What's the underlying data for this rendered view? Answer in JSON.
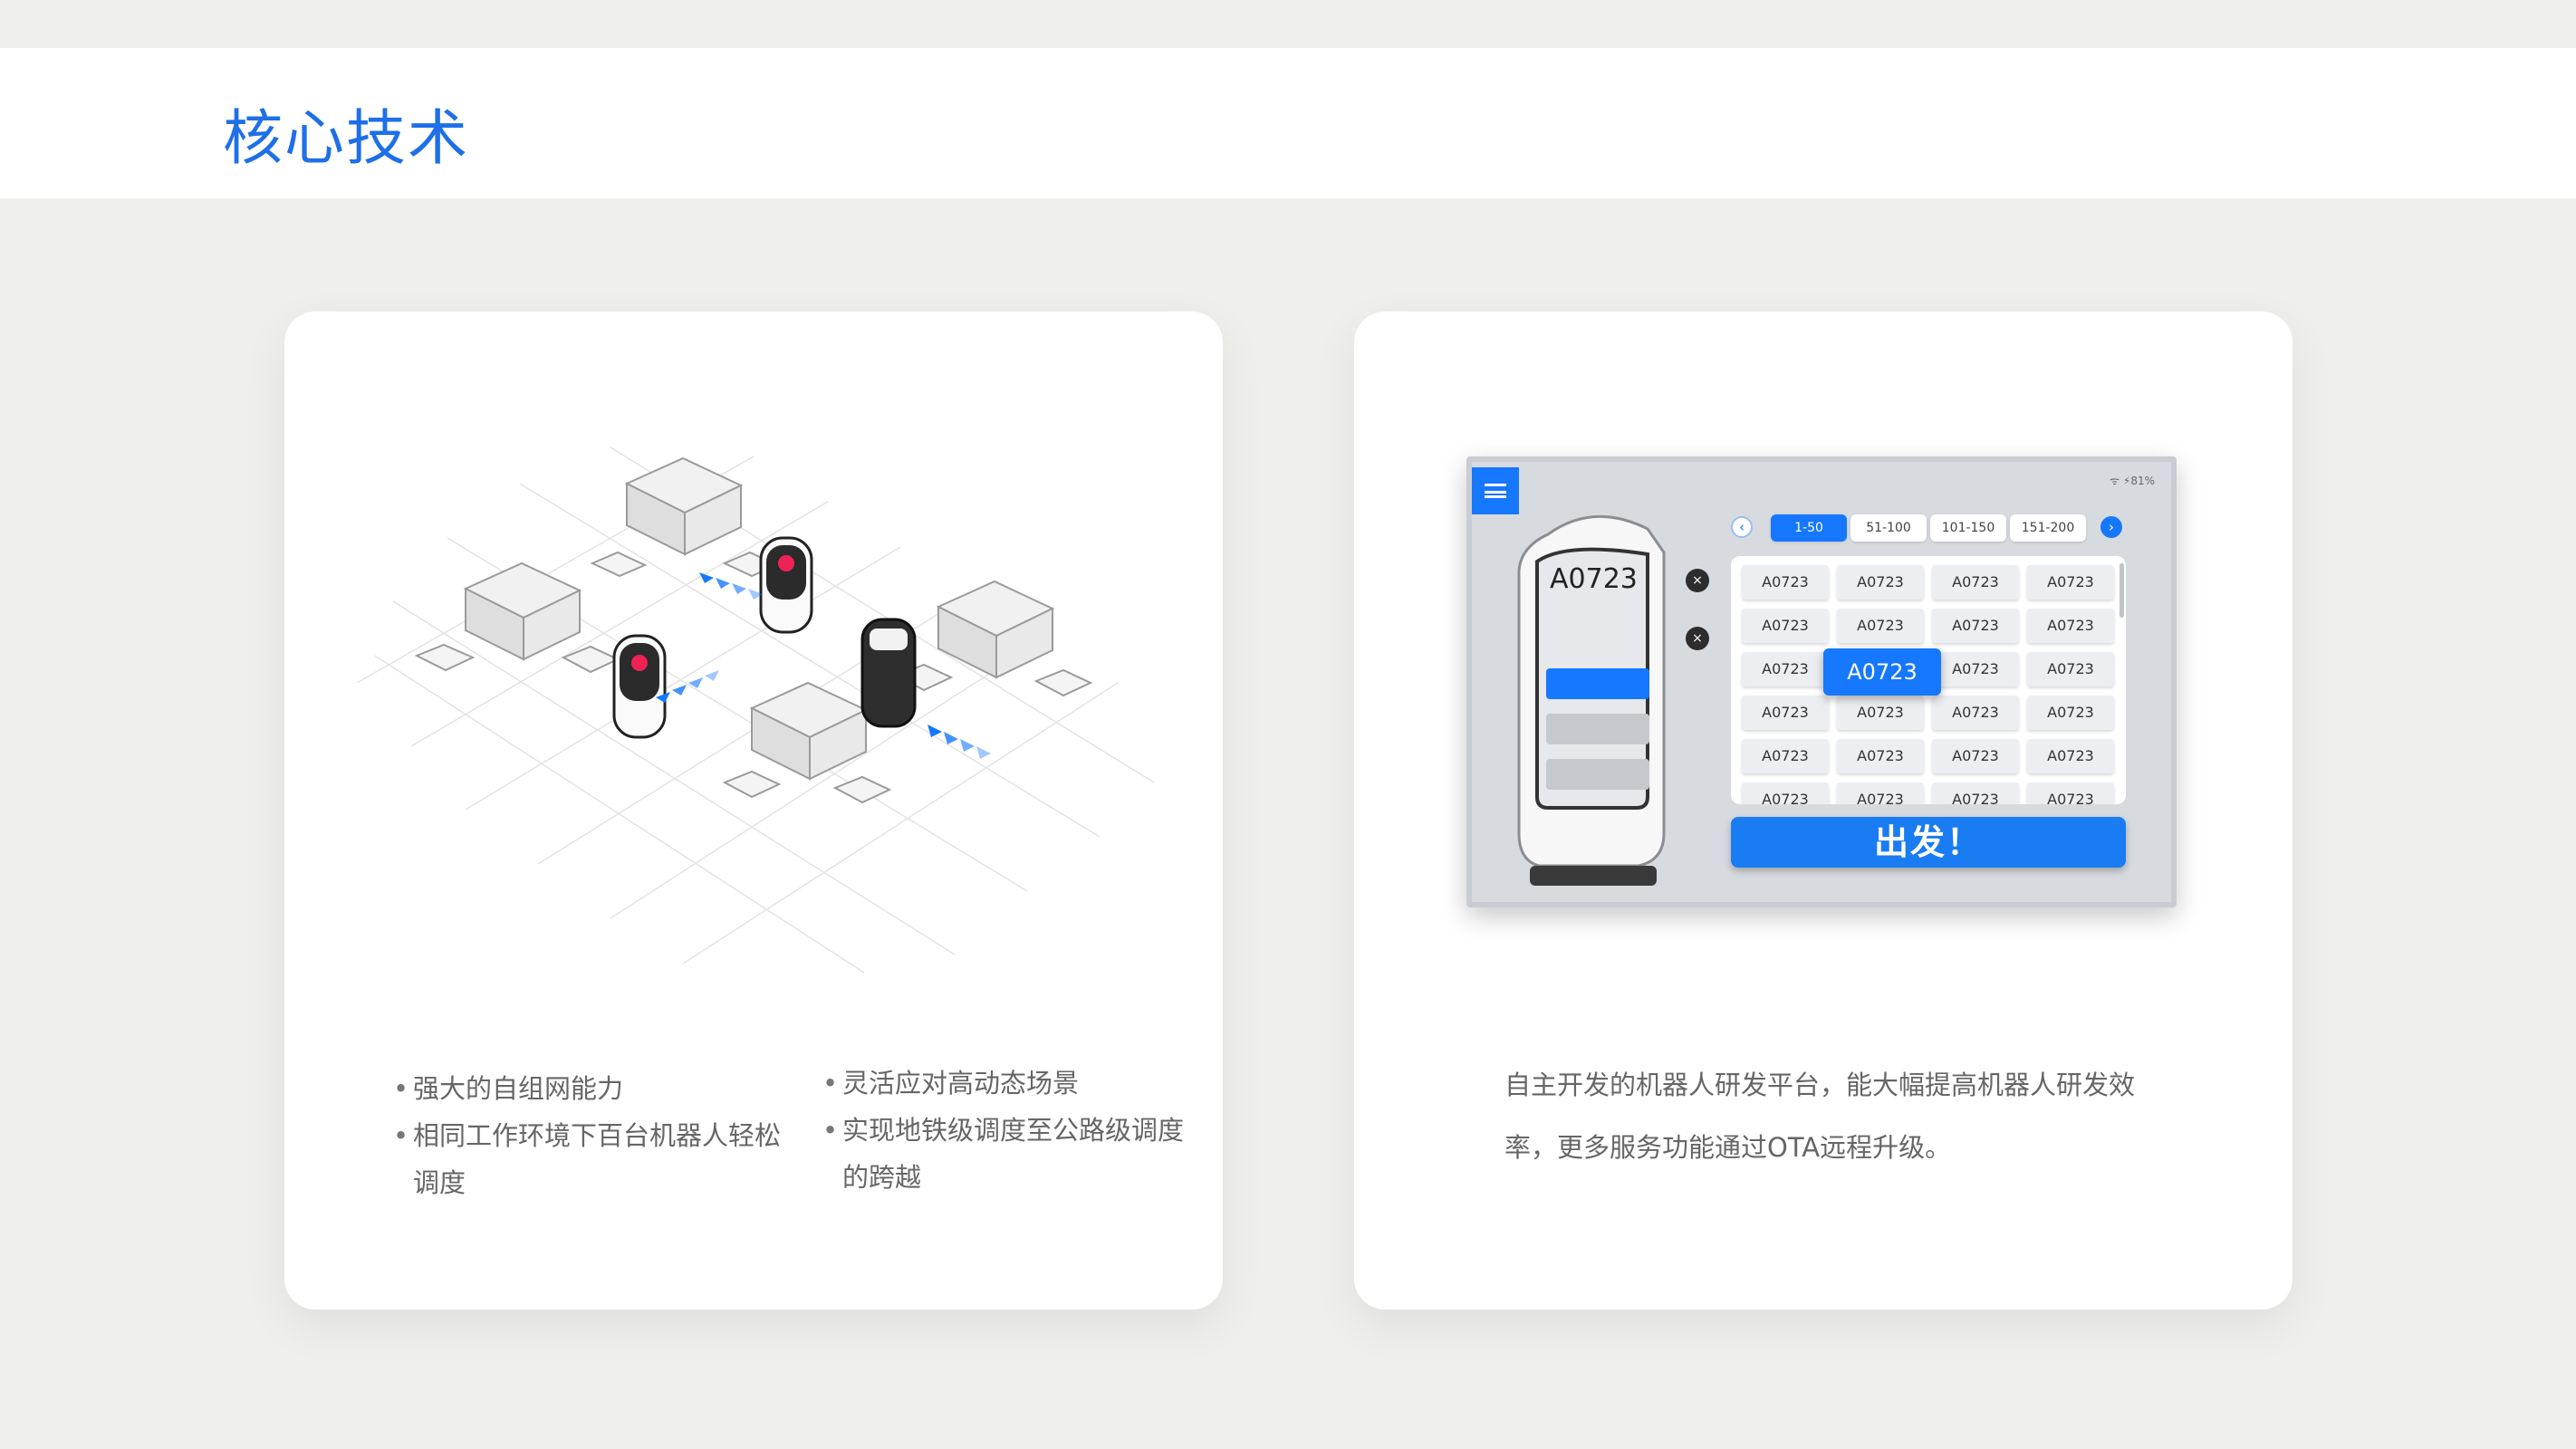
{
  "header": {
    "title": "核心技术"
  },
  "left_card": {
    "bullets_col1": [
      "强大的自组网能力",
      "相同工作环境下百台机器人轻松调度"
    ],
    "bullets_col2": [
      "灵活应对高动态场景",
      "实现地铁级调度至公路级调度的跨越"
    ]
  },
  "right_card": {
    "description": "自主开发的机器人研发平台，能大幅提高机器人研发效率，更多服务功能通过OTA远程升级。",
    "tablet": {
      "status_text": "ᯤ  ⚡81%",
      "robot_label": "A0723",
      "pager_prev": "‹",
      "pager_next": "›",
      "pager_tabs": [
        "1-50",
        "51-100",
        "101-150",
        "151-200"
      ],
      "active_tab": "1-50",
      "cell_label": "A0723",
      "selected_cell": "A0723",
      "go_button": "出发！",
      "close_glyph": "×",
      "accent_color": "#1677ff"
    }
  },
  "colors": {
    "title": "#1e6fe8",
    "background": "#efefed",
    "accent": "#1677ff"
  }
}
